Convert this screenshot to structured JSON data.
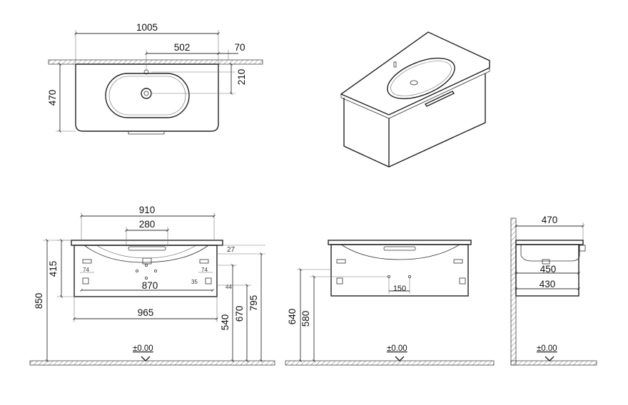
{
  "top_view": {
    "width_label": "1005",
    "tap_offset_label": "502",
    "wall_gap_label": "70",
    "depth_label": "470",
    "tap_depth_label": "210"
  },
  "front_view": {
    "basin_width_label": "910",
    "drain_width_label": "280",
    "height_label": "415",
    "total_height_label": "850",
    "top_thickness_label": "27",
    "side_left_label": "74",
    "side_right_label": "74",
    "inner_width_label": "870",
    "cabinet_width_label": "965",
    "small_left_label": "35",
    "small_right_label": "44",
    "height_540_label": "540",
    "height_670_label": "670",
    "height_795_label": "795",
    "floor_label": "±0.00"
  },
  "mid_view": {
    "height_640_label": "640",
    "height_580_label": "580",
    "hole_spacing_label": "150",
    "floor_label": "±0.00"
  },
  "side_view": {
    "depth_470_label": "470",
    "depth_450_label": "450",
    "depth_430_label": "430",
    "floor_label": "±0.00"
  }
}
